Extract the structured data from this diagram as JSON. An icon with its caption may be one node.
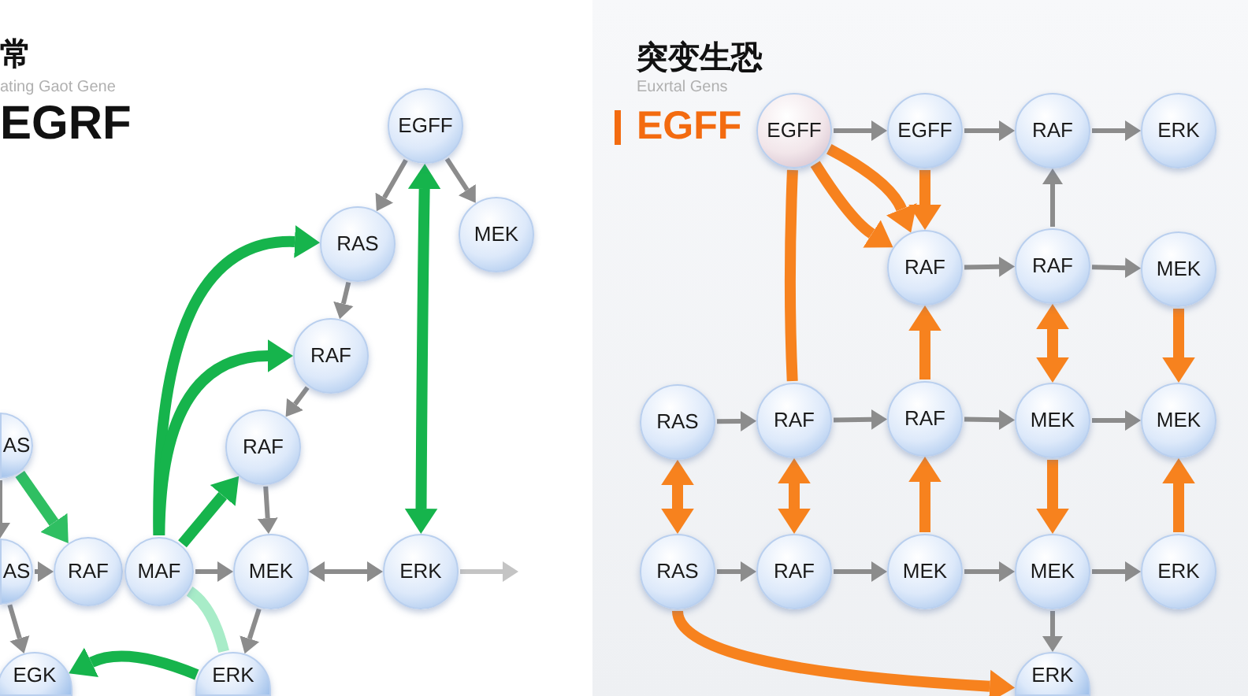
{
  "diagram": {
    "nodes": [
      {
        "text": [
          "EGFF"
        ]
      },
      {
        "text": [
          "RAS"
        ]
      },
      {
        "text": [
          "MEK"
        ]
      },
      {
        "text": [
          "RAF"
        ]
      },
      {
        "text": [
          "RAF"
        ]
      },
      {
        "text": [
          "AS"
        ]
      },
      {
        "text": [
          "AS"
        ]
      },
      {
        "text": [
          "RAF"
        ]
      },
      {
        "text": [
          "MAF"
        ]
      },
      {
        "text": [
          "MEK"
        ]
      },
      {
        "text": [
          "ERK"
        ]
      },
      {
        "text": [
          "EGK"
        ]
      },
      {
        "text": [
          "ERK"
        ]
      },
      {
        "text": [
          "EGFF"
        ]
      },
      {
        "text": [
          "EGFF"
        ]
      },
      {
        "text": [
          "RAF"
        ]
      },
      {
        "text": [
          "ERK"
        ]
      },
      {
        "text": [
          "RAF"
        ]
      },
      {
        "text": [
          "RAF"
        ]
      },
      {
        "text": [
          "MEK"
        ]
      },
      {
        "text": [
          "RAS"
        ]
      },
      {
        "text": [
          "RAF"
        ]
      },
      {
        "text": [
          "RAF"
        ]
      },
      {
        "text": [
          "MEK"
        ]
      },
      {
        "text": [
          "MEK"
        ]
      },
      {
        "text": [
          "RAS"
        ]
      },
      {
        "text": [
          "RAF"
        ]
      },
      {
        "text": [
          "MEK"
        ]
      },
      {
        "text": [
          "MEK"
        ]
      },
      {
        "text": [
          "ERK"
        ]
      },
      {
        "text": [
          "ERK"
        ]
      }
    ],
    "edges": [
      {
        "from": 0,
        "to": 1,
        "arrow": "to"
      },
      {
        "from": 0,
        "to": 2,
        "arrow": "to"
      },
      {
        "from": 1,
        "to": 3,
        "arrow": "to"
      },
      {
        "from": 3,
        "to": 4,
        "arrow": "to"
      },
      {
        "from": 4,
        "to": 9,
        "arrow": "to"
      },
      {
        "from": 5,
        "to": 6,
        "arrow": "to"
      },
      {
        "from": 6,
        "to": 7,
        "arrow": "to"
      },
      {
        "from": 8,
        "to": 9,
        "arrow": "to"
      },
      {
        "from": 9,
        "to": 10,
        "arrow": "both"
      },
      {
        "from": 10,
        "to": null,
        "arrow": "to",
        "color": "#c4c4c4"
      },
      {
        "from": 9,
        "to": 12,
        "arrow": "to"
      },
      {
        "from": 6,
        "to": 11,
        "arrow": "to"
      },
      {
        "from": 8,
        "to": 1,
        "arrow": "to",
        "style": "thick",
        "color": "#16b44c"
      },
      {
        "from": 8,
        "to": 3,
        "arrow": "to",
        "style": "thick",
        "color": "#16b44c"
      },
      {
        "from": 8,
        "to": 4,
        "arrow": "to",
        "style": "thick",
        "color": "#16b44c"
      },
      {
        "from": 5,
        "to": 7,
        "arrow": "to",
        "style": "thick",
        "color": "#2fbf62"
      },
      {
        "from": 0,
        "to": 10,
        "arrow": "both",
        "style": "thick",
        "color": "#16b44c"
      },
      {
        "from": 8,
        "to": 12,
        "arrow": "none",
        "style": "thick",
        "color": "#a8ecc8"
      },
      {
        "from": 12,
        "to": 11,
        "arrow": "to",
        "style": "thick",
        "color": "#16b44c"
      },
      {
        "from": 13,
        "to": 14,
        "arrow": "to"
      },
      {
        "from": 14,
        "to": 15,
        "arrow": "to"
      },
      {
        "from": 15,
        "to": 16,
        "arrow": "to"
      },
      {
        "from": 18,
        "to": 15,
        "arrow": "to"
      },
      {
        "from": 17,
        "to": 18,
        "arrow": "to"
      },
      {
        "from": 18,
        "to": 19,
        "arrow": "to"
      },
      {
        "from": 20,
        "to": 21,
        "arrow": "to"
      },
      {
        "from": 21,
        "to": 22,
        "arrow": "to"
      },
      {
        "from": 22,
        "to": 23,
        "arrow": "to"
      },
      {
        "from": 23,
        "to": 24,
        "arrow": "to"
      },
      {
        "from": 25,
        "to": 26,
        "arrow": "to"
      },
      {
        "from": 26,
        "to": 27,
        "arrow": "to"
      },
      {
        "from": 27,
        "to": 28,
        "arrow": "to"
      },
      {
        "from": 28,
        "to": 29,
        "arrow": "to"
      },
      {
        "from": 28,
        "to": 30,
        "arrow": "to"
      },
      {
        "from": 13,
        "to": 17,
        "arrow": "to",
        "style": "thick",
        "color": "#f7821e"
      },
      {
        "from": 13,
        "to": 17,
        "arrow": "to",
        "style": "thick",
        "color": "#f7821e"
      },
      {
        "from": 14,
        "to": 17,
        "arrow": "to",
        "style": "thick",
        "color": "#f7821e"
      },
      {
        "from": 13,
        "to": 21,
        "arrow": "none",
        "style": "thick",
        "color": "#f7821e"
      },
      {
        "from": 22,
        "to": 17,
        "arrow": "to",
        "style": "thick",
        "color": "#f7821e"
      },
      {
        "from": 18,
        "to": 23,
        "arrow": "both",
        "style": "thick",
        "color": "#f7821e"
      },
      {
        "from": 19,
        "to": 24,
        "arrow": "to",
        "style": "thick",
        "color": "#f7821e"
      },
      {
        "from": 23,
        "to": 28,
        "arrow": "to",
        "style": "thick",
        "color": "#f7821e"
      },
      {
        "from": 29,
        "to": 24,
        "arrow": "to",
        "style": "thick",
        "color": "#f7821e"
      },
      {
        "from": 20,
        "to": 25,
        "arrow": "both",
        "style": "thick",
        "color": "#f7821e"
      },
      {
        "from": 21,
        "to": 26,
        "arrow": "both",
        "style": "thick",
        "color": "#f7821e"
      },
      {
        "from": 27,
        "to": 22,
        "arrow": "to",
        "style": "thick",
        "color": "#f7821e"
      },
      {
        "from": 25,
        "to": 30,
        "arrow": "to",
        "style": "thick",
        "color": "#f7821e"
      }
    ],
    "labels": [
      "常",
      "ating Gaot Gene",
      "EGRF",
      "突变生恐",
      "Euxrtal Gens",
      "EGFF"
    ]
  }
}
